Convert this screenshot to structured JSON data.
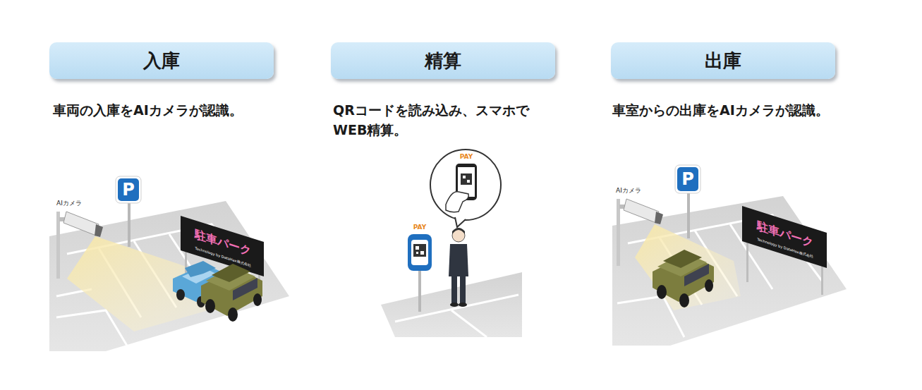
{
  "diagram": {
    "nodes": [
      {
        "text": [
          "入庫"
        ]
      },
      {
        "text": [
          "精算"
        ]
      },
      {
        "text": [
          "出庫"
        ]
      }
    ],
    "labels": [
      "車両の入庫をAIカメラが認識。",
      "QRコードを読み込み、スマホでWEB精算。",
      "車室からの出庫をAIカメラが認識。",
      "AIカメラ",
      "P",
      "AIカメラ",
      "P",
      "PAY",
      "PAY",
      "駐車パーク",
      "Technology by DataHax株式会社",
      "駐車パーク",
      "Technology by DataHax株式会社"
    ]
  }
}
